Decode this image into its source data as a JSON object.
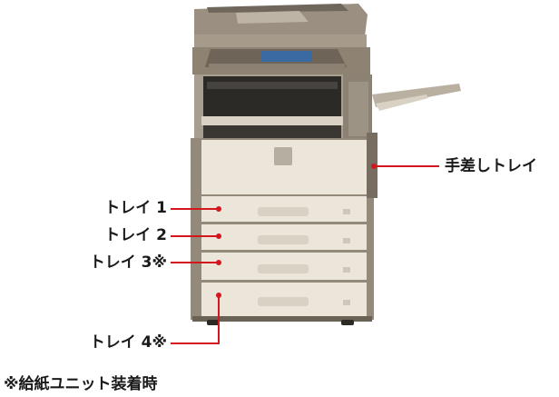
{
  "labels": {
    "manual_tray": "手差しトレイ",
    "tray1": "トレイ 1",
    "tray2": "トレイ 2",
    "tray3": "トレイ 3※",
    "tray4": "トレイ 4※"
  },
  "footnote": "※給紙ユニット装着時",
  "colors": {
    "pointer": "#d4161d",
    "body_dark": "#8b8072",
    "body_mid": "#a79d8e",
    "panel_cream": "#ede7db",
    "screen_blue": "#3b6aa3",
    "outline": "#6b6256"
  }
}
